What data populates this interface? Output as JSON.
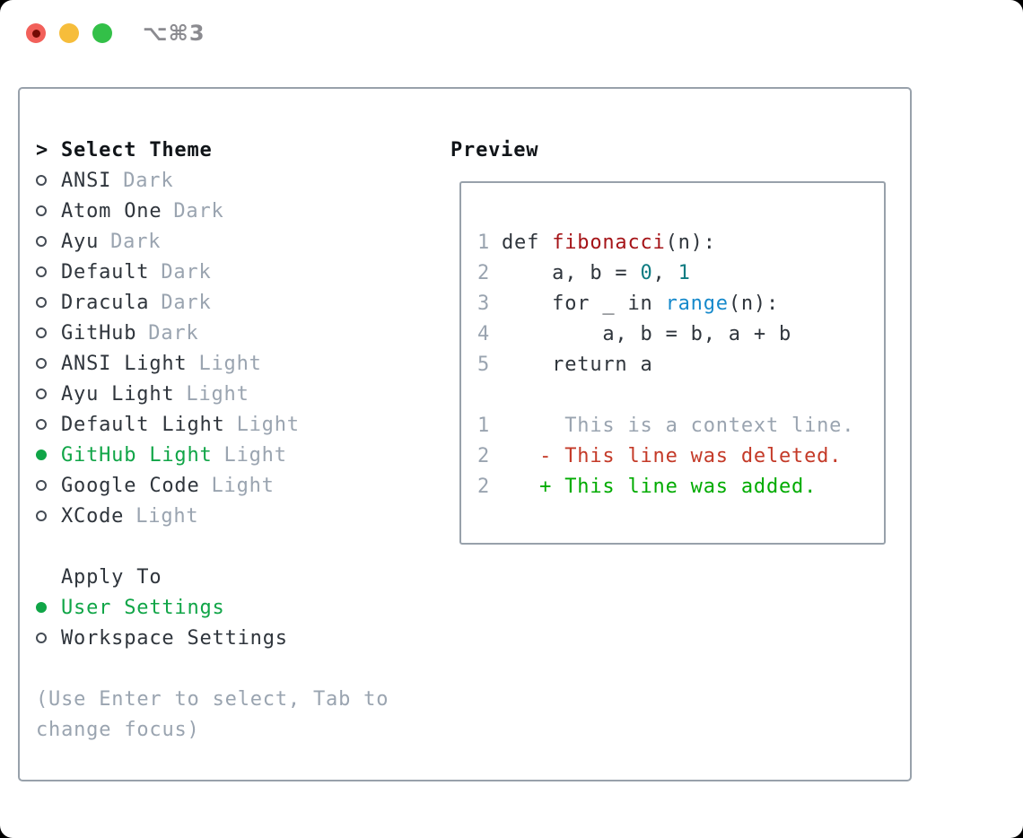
{
  "window": {
    "title": "⌥⌘3"
  },
  "titlebar": {
    "buttons": [
      {
        "name": "close",
        "color": "#f2605a"
      },
      {
        "name": "minimize",
        "color": "#f6bd3b"
      },
      {
        "name": "zoom",
        "color": "#33c048"
      }
    ]
  },
  "theme_panel": {
    "header": {
      "marker": ">",
      "label": "Select Theme"
    },
    "themes": [
      {
        "name": "ANSI",
        "tag": "Dark",
        "selected": false
      },
      {
        "name": "Atom One",
        "tag": "Dark",
        "selected": false
      },
      {
        "name": "Ayu",
        "tag": "Dark",
        "selected": false
      },
      {
        "name": "Default",
        "tag": "Dark",
        "selected": false
      },
      {
        "name": "Dracula",
        "tag": "Dark",
        "selected": false
      },
      {
        "name": "GitHub",
        "tag": "Dark",
        "selected": false
      },
      {
        "name": "ANSI Light",
        "tag": "Light",
        "selected": false
      },
      {
        "name": "Ayu Light",
        "tag": "Light",
        "selected": false
      },
      {
        "name": "Default Light",
        "tag": "Light",
        "selected": false
      },
      {
        "name": "GitHub Light",
        "tag": "Light",
        "selected": true
      },
      {
        "name": "Google Code",
        "tag": "Light",
        "selected": false
      },
      {
        "name": "XCode",
        "tag": "Light",
        "selected": false
      }
    ],
    "apply_to": {
      "label": "Apply To",
      "options": [
        {
          "name": "User Settings",
          "selected": true
        },
        {
          "name": "Workspace Settings",
          "selected": false
        }
      ]
    },
    "hint_lines": [
      "(Use Enter to select, Tab to",
      "change focus)"
    ]
  },
  "preview": {
    "title": "Preview",
    "code_lines": [
      {
        "num": "1",
        "tokens": [
          {
            "t": "def ",
            "c": "default"
          },
          {
            "t": "fibonacci",
            "c": "function"
          },
          {
            "t": "(n):",
            "c": "default"
          }
        ]
      },
      {
        "num": "2",
        "tokens": [
          {
            "t": "    a, b = ",
            "c": "default"
          },
          {
            "t": "0",
            "c": "number"
          },
          {
            "t": ", ",
            "c": "default"
          },
          {
            "t": "1",
            "c": "number"
          }
        ]
      },
      {
        "num": "3",
        "tokens": [
          {
            "t": "    for _ in ",
            "c": "default"
          },
          {
            "t": "range",
            "c": "builtin"
          },
          {
            "t": "(n):",
            "c": "default"
          }
        ]
      },
      {
        "num": "4",
        "tokens": [
          {
            "t": "        a, b = b, a + b",
            "c": "default"
          }
        ]
      },
      {
        "num": "5",
        "tokens": [
          {
            "t": "    return a",
            "c": "default"
          }
        ]
      }
    ],
    "diff_lines": [
      {
        "num": "1",
        "tokens": [
          {
            "t": "     This is a context line.",
            "c": "context"
          }
        ]
      },
      {
        "num": "2",
        "tokens": [
          {
            "t": "   - This line was deleted.",
            "c": "deleted"
          }
        ]
      },
      {
        "num": "2",
        "tokens": [
          {
            "t": "   + This line was added.",
            "c": "added"
          }
        ]
      }
    ]
  },
  "colors": {
    "fg": "#2f353c",
    "fg-strong": "#101418",
    "muted": "#9aa4b0",
    "border-gray": "#98a1ab",
    "ring": "#454c55",
    "sel-green": "#10a547",
    "fn-red": "#a51418",
    "num-teal": "#0d7b81",
    "builtin-blue": "#1689cb",
    "del-red": "#c43a28",
    "add-green": "#00ab00",
    "tl-red": "#f2605a",
    "tl-red-dot": "#750b04",
    "tl-yellow": "#f6bd3b",
    "tl-green": "#33c048",
    "title-gray": "#8b8b90"
  }
}
